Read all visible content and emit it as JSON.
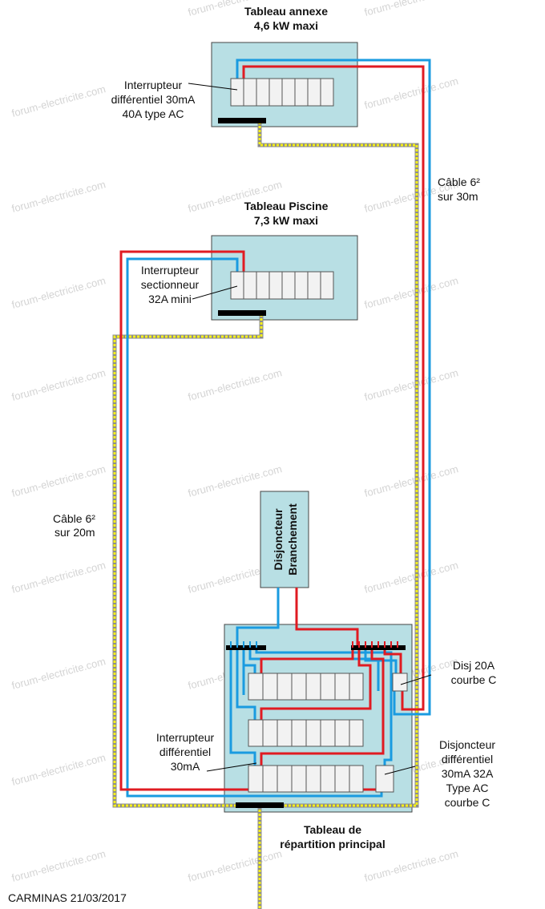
{
  "watermark": "forum-electricite.com",
  "colors": {
    "panel": "#b8dfe4",
    "module": "#f2f2f2",
    "phase": "#e01b22",
    "neutral": "#1a9be0",
    "earth": "#f5ef1a",
    "earth_edge": "#8c8c8c",
    "busbar": "#000000"
  },
  "panels": {
    "annexe": {
      "title_line1": "Tableau annexe",
      "title_line2": "4,6 kW maxi",
      "label_line1": "Interrupteur",
      "label_line2": "différentiel 30mA",
      "label_line3": "40A  type AC"
    },
    "piscine": {
      "title_line1": "Tableau Piscine",
      "title_line2": "7,3 kW maxi",
      "label_line1": "Interrupteur",
      "label_line2": "sectionneur",
      "label_line3": "32A mini"
    },
    "branchement": {
      "line1": "Disjoncteur",
      "line2": "Branchement"
    },
    "principal": {
      "title_line1": "Tableau de",
      "title_line2": "répartition  principal"
    }
  },
  "labels": {
    "cable_annexe_line1": "Câble 6²",
    "cable_annexe_line2": "sur 30m",
    "cable_piscine_line1": "Câble 6²",
    "cable_piscine_line2": "sur 20m",
    "disj20_line1": "Disj 20A",
    "disj20_line2": "courbe C",
    "id_main_line1": "Interrupteur",
    "id_main_line2": "différentiel",
    "id_main_line3": "30mA",
    "dd_line1": "Disjoncteur",
    "dd_line2": "différentiel",
    "dd_line3": "30mA 32A",
    "dd_line4": "Type AC",
    "dd_line5": "courbe C"
  },
  "credit": "CARMINAS 21/03/2017"
}
